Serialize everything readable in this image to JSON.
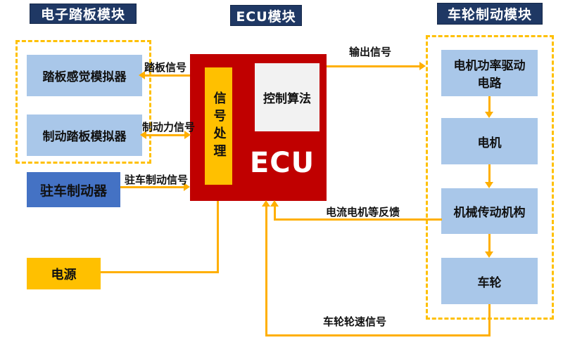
{
  "titles": {
    "pedal_module": "电子踏板模块",
    "ecu_module": "ECU模块",
    "wheel_brake_module": "车轮制动模块"
  },
  "pedal_module": {
    "pedal_feel_simulator": "踏板感觉模拟器",
    "brake_pedal_simulator": "制动踏板模拟器"
  },
  "parking_brake": {
    "label": "驻车制动器"
  },
  "power_supply": {
    "label": "电源"
  },
  "ecu": {
    "signal_processing": "信号处理",
    "control_algorithm": "控制算法",
    "name": "ECU"
  },
  "wheel_brake_module": {
    "motor_drive_circuit": "电机功率驱动电路",
    "motor": "电机",
    "mechanical_transmission": "机械传动机构",
    "wheel": "车轮"
  },
  "signals": {
    "pedal_signal": "踏板信号",
    "brake_force_signal": "制动力信号",
    "parking_brake_signal": "驻车制动信号",
    "output_signal": "输出信号",
    "current_motor_feedback": "电流电机等反馈",
    "wheel_speed_signal": "车轮轮速信号"
  },
  "colors": {
    "title_navy": "#1F3864",
    "node_light_blue": "#A9C7E9",
    "node_medium_blue": "#4472C4",
    "ecu_red": "#C00000",
    "gold": "#FFC000",
    "line_orange": "#FFAF00",
    "algorithm_panel": "#F2F2F2"
  }
}
